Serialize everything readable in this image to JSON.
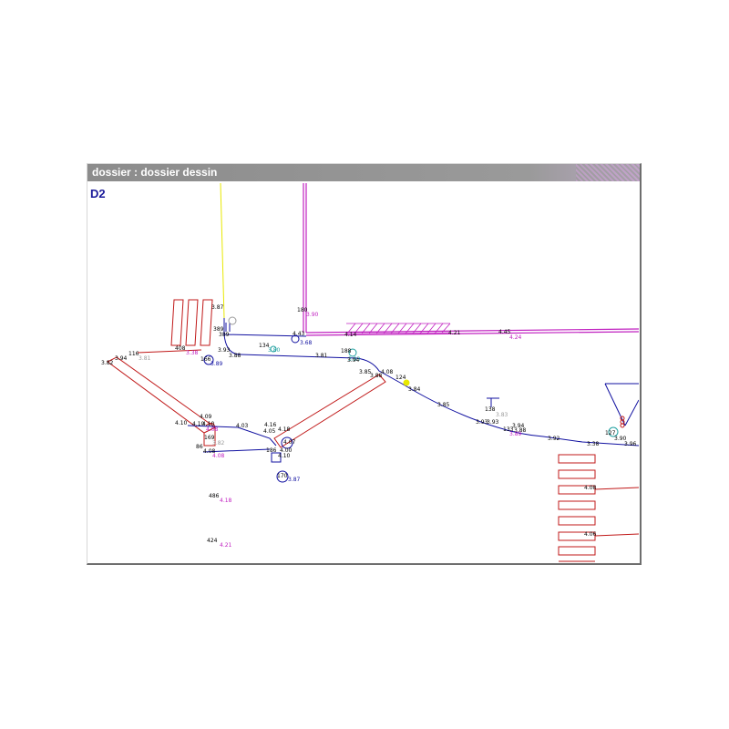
{
  "window": {
    "title": "dossier : dossier dessin",
    "sheet": "D2"
  },
  "colors": {
    "pipe": "#1010a0",
    "boundary": "#c020c0",
    "structure": "#c01818",
    "axis": "#e8e800",
    "annotation_gray": "#9a9a9a",
    "annotation_cyan": "#20a0a0"
  },
  "labels": [
    {
      "t": "3.87",
      "c": "black"
    },
    {
      "t": "180",
      "c": "black"
    },
    {
      "t": "3.90",
      "c": "magenta"
    },
    {
      "t": "389",
      "c": "black"
    },
    {
      "t": "389",
      "c": "black"
    },
    {
      "t": "4.43",
      "c": "black"
    },
    {
      "t": "3.68",
      "c": "blue"
    },
    {
      "t": "4.14",
      "c": "black"
    },
    {
      "t": "4.21",
      "c": "black"
    },
    {
      "t": "4.45",
      "c": "black"
    },
    {
      "t": "4.24",
      "c": "magenta"
    },
    {
      "t": "134",
      "c": "black"
    },
    {
      "t": "3.80",
      "c": "cyan"
    },
    {
      "t": "408",
      "c": "black"
    },
    {
      "t": "3.38",
      "c": "magenta"
    },
    {
      "t": "116",
      "c": "black"
    },
    {
      "t": "3.81",
      "c": "gray"
    },
    {
      "t": "3.94",
      "c": "black"
    },
    {
      "t": "3.82",
      "c": "black"
    },
    {
      "t": "3.93",
      "c": "black"
    },
    {
      "t": "3.88",
      "c": "black"
    },
    {
      "t": "166",
      "c": "black"
    },
    {
      "t": "3.89",
      "c": "blue"
    },
    {
      "t": "3.81",
      "c": "black"
    },
    {
      "t": "188",
      "c": "black"
    },
    {
      "t": "3.93",
      "c": "cyan"
    },
    {
      "t": "3.94",
      "c": "black"
    },
    {
      "t": "3.85",
      "c": "black"
    },
    {
      "t": "4.08",
      "c": "black"
    },
    {
      "t": "3.88",
      "c": "black"
    },
    {
      "t": "124",
      "c": "black"
    },
    {
      "t": "3.84",
      "c": "black"
    },
    {
      "t": "3.85",
      "c": "black"
    },
    {
      "t": "3.93",
      "c": "black"
    },
    {
      "t": "3.93",
      "c": "black"
    },
    {
      "t": "138",
      "c": "black"
    },
    {
      "t": "3.83",
      "c": "gray"
    },
    {
      "t": "3.94",
      "c": "black"
    },
    {
      "t": "133",
      "c": "black"
    },
    {
      "t": "3.88",
      "c": "black"
    },
    {
      "t": "3.89",
      "c": "magenta"
    },
    {
      "t": "3.92",
      "c": "black"
    },
    {
      "t": "3.38",
      "c": "black"
    },
    {
      "t": "127",
      "c": "black"
    },
    {
      "t": "3.90",
      "c": "black"
    },
    {
      "t": "3.96",
      "c": "black"
    },
    {
      "t": "4.09",
      "c": "black"
    },
    {
      "t": "4.10",
      "c": "black"
    },
    {
      "t": "4.10",
      "c": "black"
    },
    {
      "t": "4.10",
      "c": "black"
    },
    {
      "t": "4.08",
      "c": "magenta"
    },
    {
      "t": "4.03",
      "c": "black"
    },
    {
      "t": "4.16",
      "c": "black"
    },
    {
      "t": "4.05",
      "c": "black"
    },
    {
      "t": "4.18",
      "c": "black"
    },
    {
      "t": "169",
      "c": "black"
    },
    {
      "t": "3.82",
      "c": "gray"
    },
    {
      "t": "4.07",
      "c": "black"
    },
    {
      "t": "86",
      "c": "black"
    },
    {
      "t": "4.08",
      "c": "black"
    },
    {
      "t": "4.08",
      "c": "magenta"
    },
    {
      "t": "186",
      "c": "black"
    },
    {
      "t": "4.00",
      "c": "black"
    },
    {
      "t": "4.10",
      "c": "black"
    },
    {
      "t": "170",
      "c": "black"
    },
    {
      "t": "3.87",
      "c": "blue"
    },
    {
      "t": "486",
      "c": "black"
    },
    {
      "t": "4.18",
      "c": "magenta"
    },
    {
      "t": "424",
      "c": "black"
    },
    {
      "t": "4.21",
      "c": "magenta"
    },
    {
      "t": "4.08",
      "c": "black"
    },
    {
      "t": "4.06",
      "c": "black"
    }
  ]
}
